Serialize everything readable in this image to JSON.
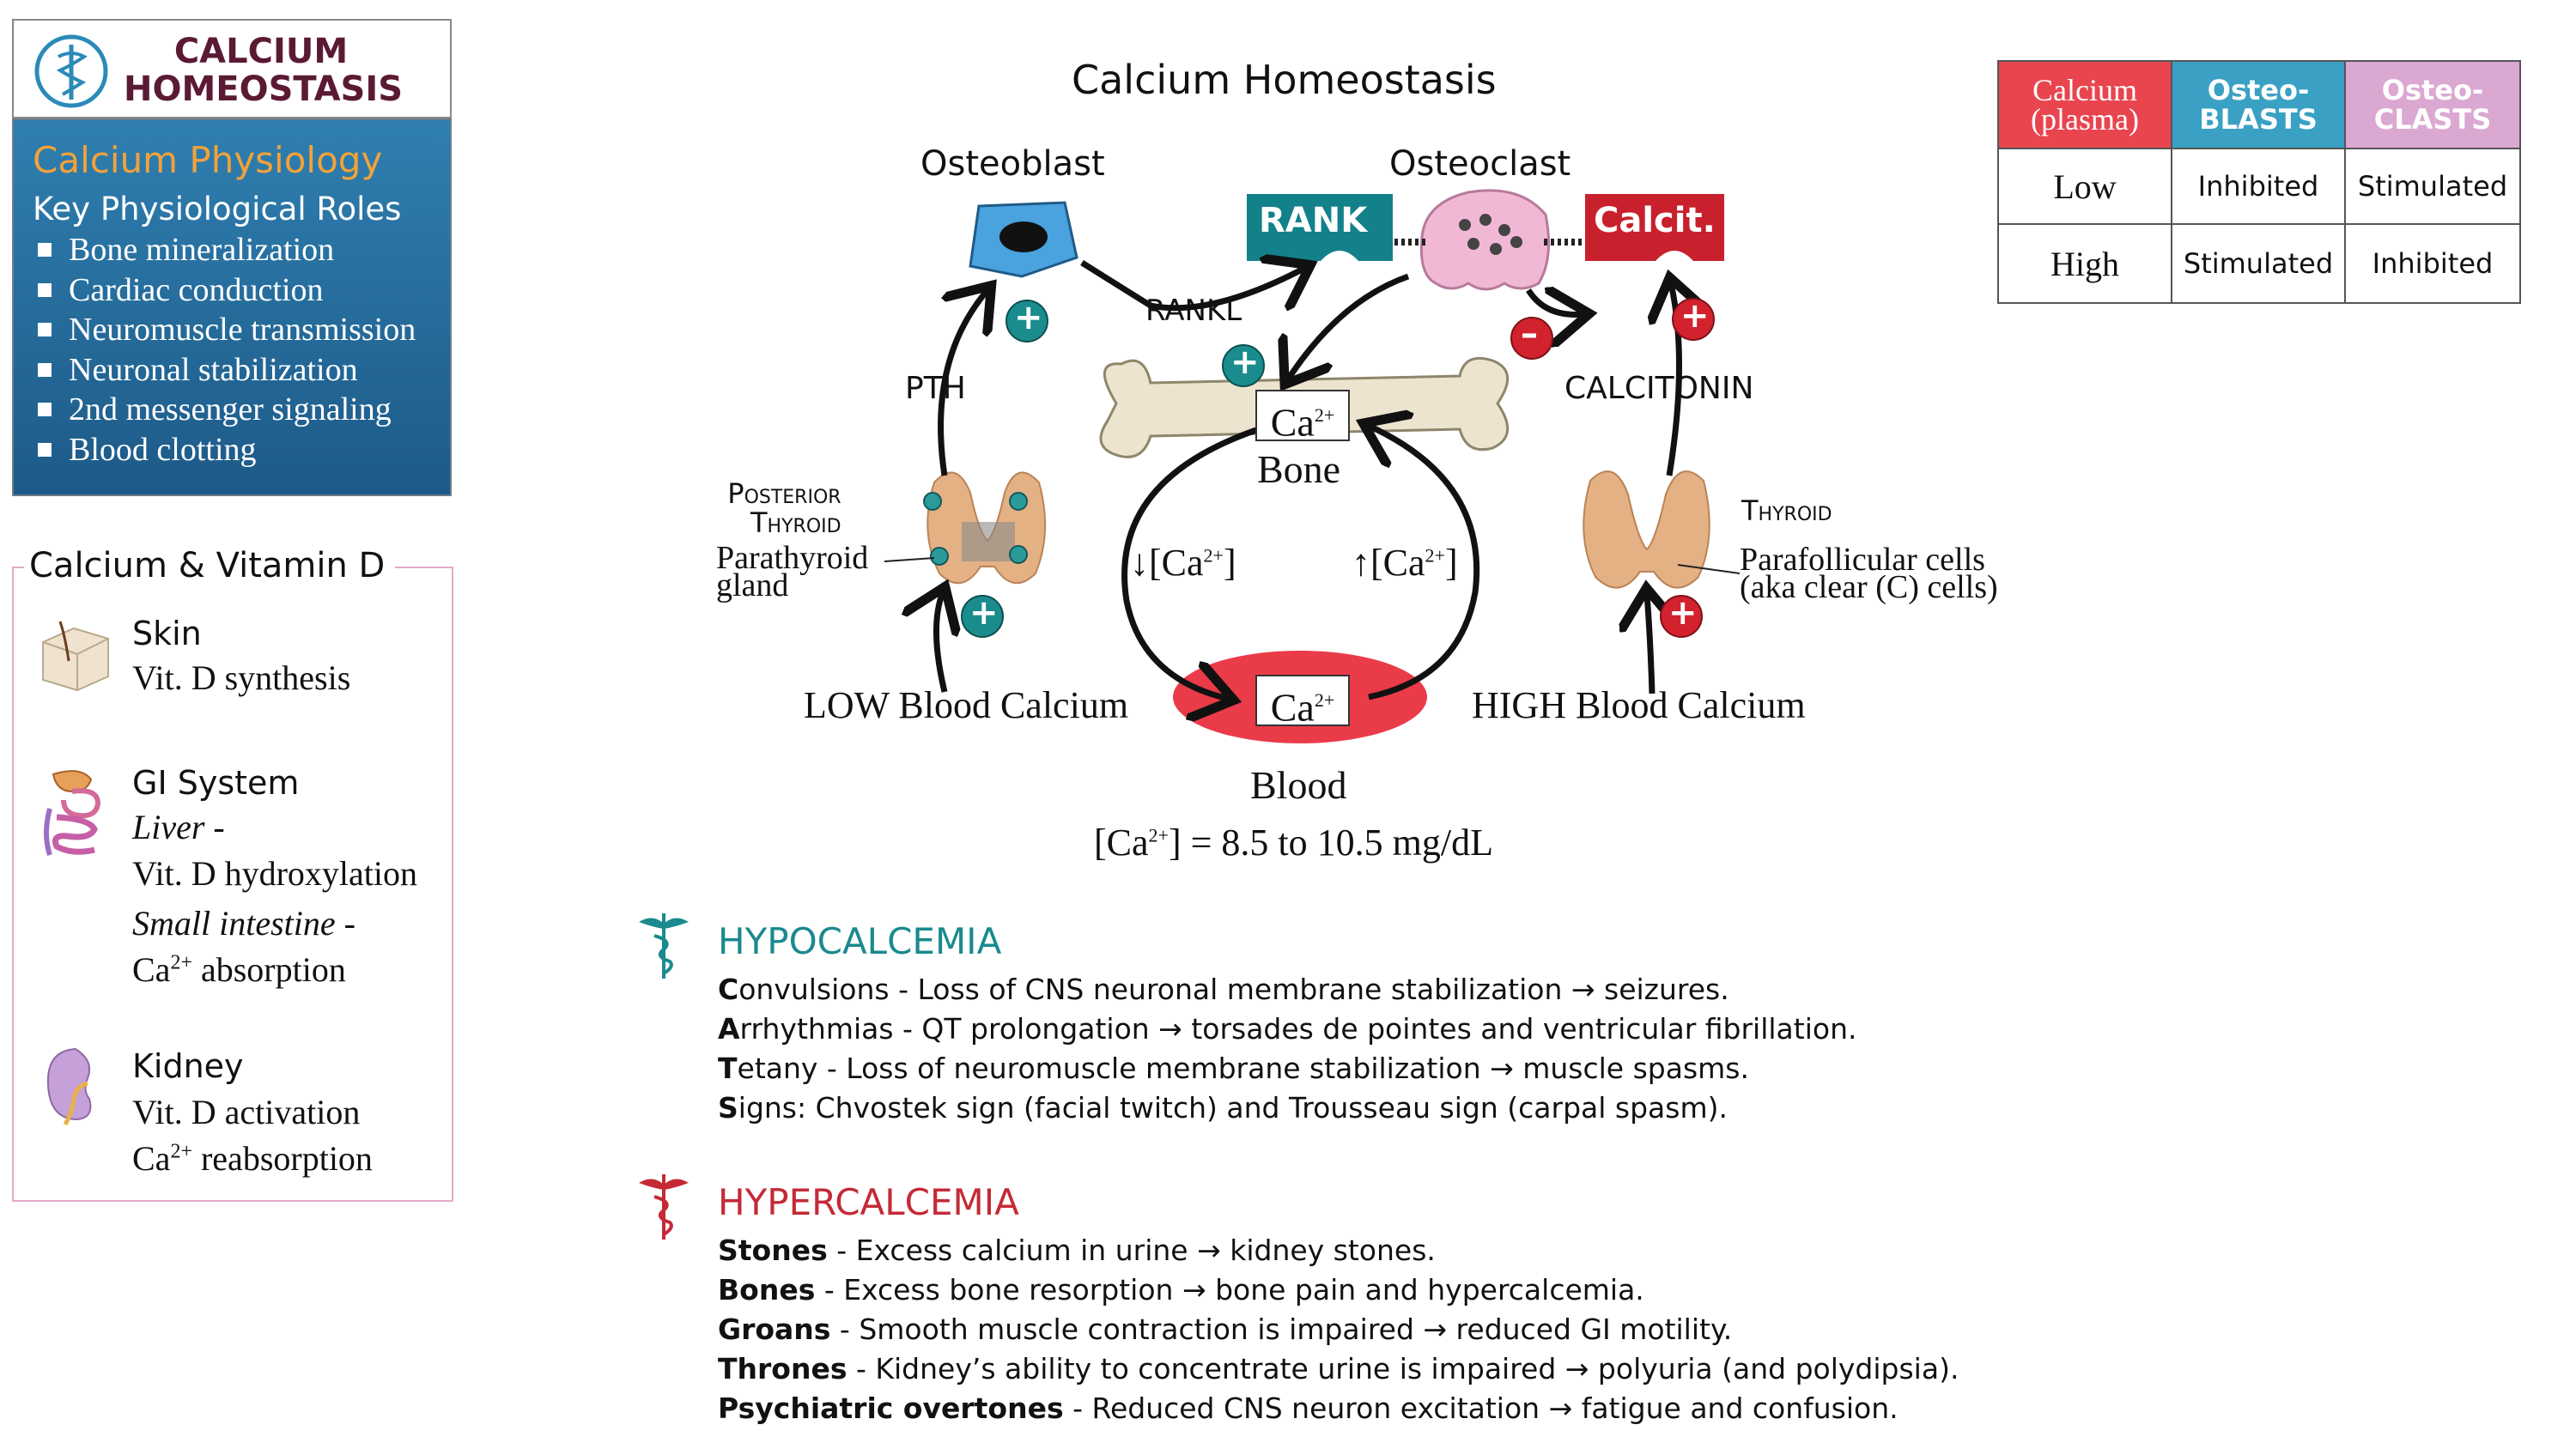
{
  "title_card": {
    "line1": "CALCIUM",
    "line2": "HOMEOSTASIS"
  },
  "physiology": {
    "heading": "Calcium Physiology",
    "subheading": "Key Physiological Roles",
    "roles": [
      "Bone mineralization",
      "Cardiac conduction",
      "Neuromuscle transmission",
      "Neuronal stabilization",
      "2nd messenger signaling",
      "Blood clotting"
    ]
  },
  "vitamin_d": {
    "title": "Calcium & Vitamin D",
    "skin": {
      "name": "Skin",
      "desc": "Vit. D synthesis"
    },
    "gi": {
      "name": "GI System",
      "liver": "Liver -",
      "liver_desc": "Vit. D hydroxylation",
      "intestine": "Small intestine -",
      "intestine_desc_pre": "Ca",
      "intestine_sup": "2+",
      "intestine_desc_post": " absorption"
    },
    "kidney": {
      "name": "Kidney",
      "desc1": "Vit. D activation",
      "desc2_pre": "Ca",
      "desc2_sup": "2+",
      "desc2_post": " reabsorption"
    }
  },
  "diagram": {
    "title": "Calcium Homeostasis",
    "osteoblast": "Osteoblast",
    "osteoclast": "Osteoclast",
    "rank": "RANK",
    "rankl": "RANKL",
    "calcit": "Calcit.",
    "pth": "PTH",
    "calcitonin": "CALCITONIN",
    "posterior_thyroid_1": "Posterior",
    "posterior_thyroid_2": "Thyroid",
    "parathyroid_1": "Parathyroid",
    "parathyroid_2": "gland",
    "thyroid": "Thyroid",
    "parafollicular_1": "Parafollicular cells",
    "parafollicular_2": "(aka clear (C) cells)",
    "bone": "Bone",
    "blood": "Blood",
    "ca": "Ca",
    "sup": "2+",
    "low_blood": "LOW Blood Calcium",
    "high_blood": "HIGH Blood Calcium",
    "down_ca": "↓[Ca",
    "up_ca": "↑[Ca",
    "bracket": "]",
    "normal_range_pre": "[Ca",
    "normal_range_post": "] = 8.5 to 10.5 mg/dL",
    "plus": "+",
    "minus": "–"
  },
  "table": {
    "headers": [
      "Calcium (plasma)",
      "Osteo- BLASTS",
      "Osteo- CLASTS"
    ],
    "header_lines": [
      [
        "Calcium",
        "(plasma)"
      ],
      [
        "Osteo-",
        "BLASTS"
      ],
      [
        "Osteo-",
        "CLASTS"
      ]
    ],
    "rows": [
      [
        "Low",
        "Inhibited",
        "Stimulated"
      ],
      [
        "High",
        "Stimulated",
        "Inhibited"
      ]
    ],
    "colors": {
      "calcium": "#e8454f",
      "blasts": "#3aa1c4",
      "clasts": "#dba8d2"
    }
  },
  "hypocalcemia": {
    "heading": "HYPOCALCEMIA",
    "color": "#1a8a8e",
    "items": [
      {
        "letter": "C",
        "rest": "onvulsions - Loss of CNS neuronal membrane stabilization → seizures."
      },
      {
        "letter": "A",
        "rest": "rrhythmias - QT prolongation → torsades de pointes and ventricular fibrillation."
      },
      {
        "letter": "T",
        "rest": "etany - Loss of neuromuscle membrane stabilization → muscle spasms."
      },
      {
        "letter": "S",
        "rest": "igns: Chvostek sign (facial twitch) and Trousseau sign (carpal spasm)."
      }
    ]
  },
  "hypercalcemia": {
    "heading": "HYPERCALCEMIA",
    "color": "#c42a36",
    "items": [
      {
        "bold": "Stones",
        "rest": " - Excess calcium in urine → kidney stones."
      },
      {
        "bold": "Bones",
        "rest": " - Excess bone resorption → bone pain and hypercalcemia."
      },
      {
        "bold": "Groans",
        "rest": " - Smooth muscle contraction is impaired → reduced GI motility."
      },
      {
        "bold": "Thrones",
        "rest": " - Kidney’s ability to concentrate urine is impaired → polyuria (and polydipsia)."
      },
      {
        "bold": "Psychiatric overtones",
        "rest": " - Reduced CNS neuron excitation → fatigue and confusion."
      }
    ]
  }
}
